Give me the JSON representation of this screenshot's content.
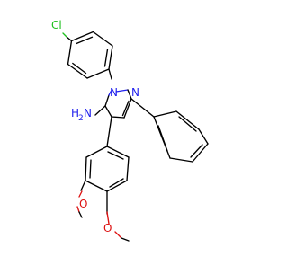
{
  "diagram_type": "chemical-structure",
  "colors": {
    "bond": "#000000",
    "chlorine": "#1fc01f",
    "nitrogen": "#2222ee",
    "oxygen": "#dd1111",
    "background": "#ffffff"
  },
  "atom_labels": {
    "cl": "Cl",
    "n1": "N",
    "n2": "N",
    "nh2_h": "H",
    "nh2_sub": "2",
    "nh2_n": "N",
    "o1": "O",
    "o2": "O"
  }
}
